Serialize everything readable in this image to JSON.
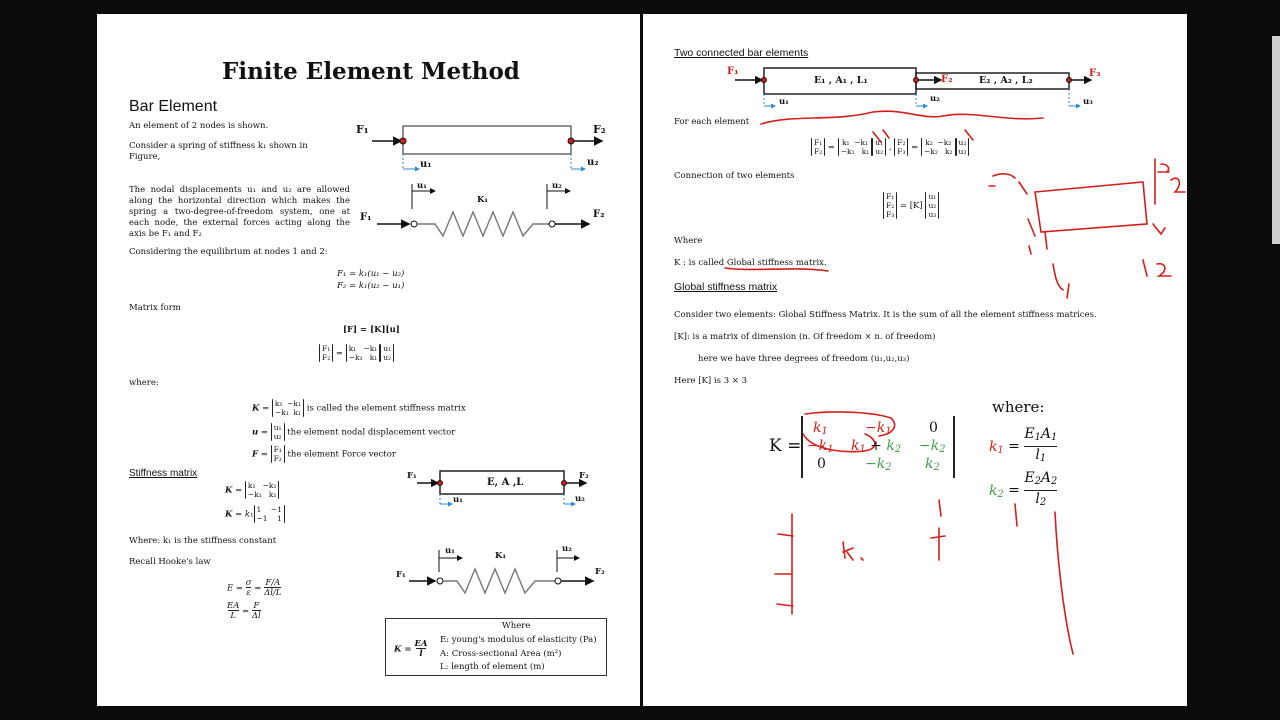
{
  "left_page": {
    "title": "Finite Element Method",
    "section_heading": "Bar Element",
    "intro_line": "An element of 2 nodes is shown.",
    "spring_text": "Consider a spring of stiffness k₁ shown in Figure,",
    "nodal_text": "The nodal displacements u₁ and u₂ are allowed along the horizontal direction which makes the spring a two-degree-of-freedom system, one at each node, the external forces acting along the axis be F₁ and F₂",
    "equilibrium_text": "Considering the equilibrium at nodes 1 and 2:",
    "eq1": "F₁ = k₁(u₁ − u₂)",
    "eq2": "F₂ = k₁(u₂ − u₁)",
    "matrix_form_label": "Matrix form",
    "matrix_form_eq": "[F] = [K][u]",
    "where_label": "where:",
    "K_desc": "is called the element stiffness matrix",
    "u_desc": "the element nodal displacement vector",
    "F_desc": "the element Force vector",
    "stiffness_heading": "Stiffness matrix",
    "where_k1": "Where: k₁ is the stiffness constant",
    "hooke_label": "Recall Hooke's law",
    "where_box_title": "Where",
    "where_box_lines": [
      "E: young's modulus of elasticity (Pa)",
      "A: Cross-sectional Area (m²)",
      "L: length of element (m)"
    ],
    "fig_labels": {
      "F1": "F₁",
      "F2": "F₂",
      "u1": "u₁",
      "u2": "u₂",
      "K1": "K₁",
      "EAL": "E, A ,L"
    }
  },
  "right_page": {
    "heading1": "Two connected bar elements",
    "elem1_label": "E₁ , A₁ , L₁",
    "elem2_label": "E₂ , A₂ , L₂",
    "for_each": "For each element",
    "connection": "Connection of two elements",
    "connection_eq_K": "= [K]",
    "where_label": "Where",
    "K_global": "K : is called Global stiffness matrix.",
    "heading2": "Global stiffness matrix",
    "consider_text": "Consider two elements: Global Stiffness Matrix. It is the sum of all the element stiffness matrices.",
    "dimension_text": "[K]: is a matrix of dimension (n. Of freedom × n. of freedom)",
    "dof_text": "here we have three degrees of freedom (u₁,u₂,u₃)",
    "here_K": "Here [K] is 3 × 3",
    "where_big": "where:",
    "fig_labels": {
      "F1": "F₁",
      "F2": "F₂",
      "F3": "F₃",
      "u1": "u₁",
      "u2": "u₂",
      "u3": "u₃"
    }
  },
  "colors": {
    "annotation_red": "#d0201a",
    "green": "#3fa04a",
    "background": "#0b0b0b"
  }
}
